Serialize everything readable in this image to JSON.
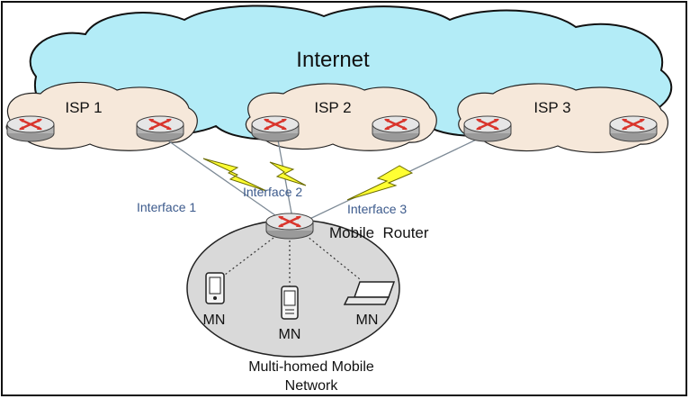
{
  "diagram": {
    "cloud_label": "Internet",
    "isps": [
      {
        "label": "ISP 1"
      },
      {
        "label": "ISP 2"
      },
      {
        "label": "ISP 3"
      }
    ],
    "interfaces": [
      {
        "label": "Interface 1"
      },
      {
        "label": "Interface 2"
      },
      {
        "label": "Interface 3"
      }
    ],
    "mobile_router_label": "Mobile  Router",
    "nodes": [
      {
        "label": "MN",
        "device": "pda-icon"
      },
      {
        "label": "MN",
        "device": "phone-icon"
      },
      {
        "label": "MN",
        "device": "laptop-icon"
      }
    ],
    "network_label_line1": "Multi-homed Mobile",
    "network_label_line2": "Network",
    "colors": {
      "cloud_fill": "#b3ecf7",
      "isp_fill": "#f6e8da",
      "network_fill": "#d9d9d9",
      "lightning": "#ffff33",
      "interface_text": "#3c5a8c",
      "router_cross": "#d9342b"
    }
  }
}
